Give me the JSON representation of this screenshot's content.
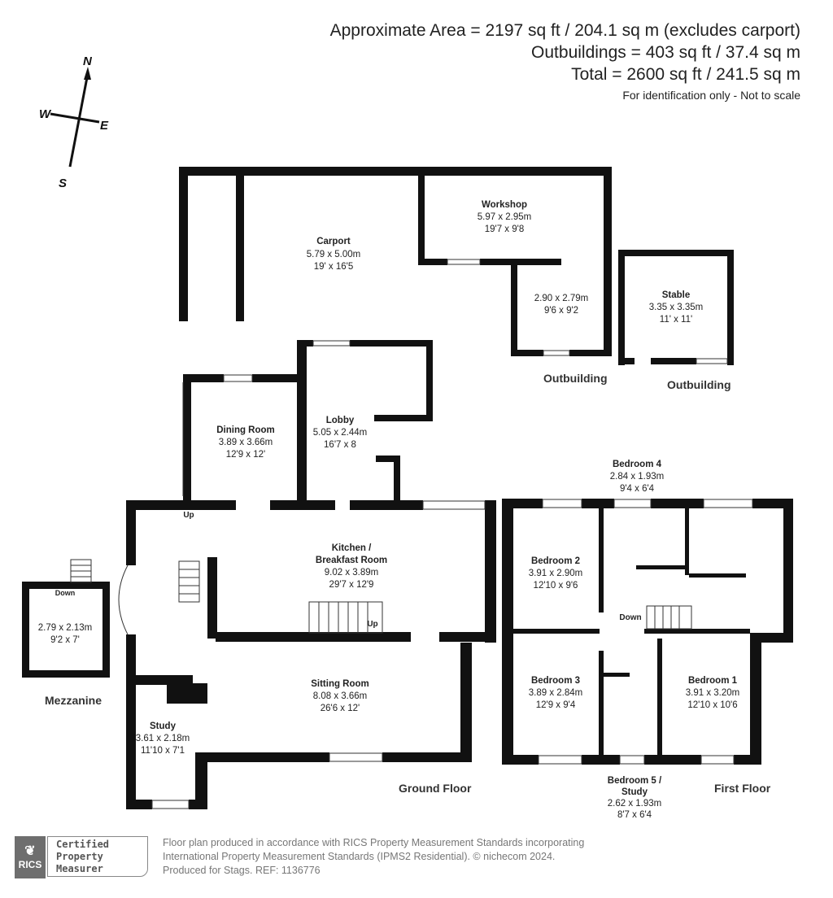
{
  "header": {
    "area_line": "Approximate Area = 2197 sq ft / 204.1 sq m (excludes carport)",
    "outbuildings_line": "Outbuildings = 403 sq ft / 37.4 sq m",
    "total_line": "Total = 2600 sq ft / 241.5 sq m",
    "disclaimer": "For identification only - Not to scale"
  },
  "compass": {
    "n": "N",
    "s": "S",
    "e": "E",
    "w": "W"
  },
  "rooms": {
    "carport": {
      "name": "Carport",
      "metric": "5.79 x 5.00m",
      "imperial": "19' x 16'5"
    },
    "workshop": {
      "name": "Workshop",
      "metric": "5.97 x 2.95m",
      "imperial": "19'7 x 9'8"
    },
    "outbuilding_room": {
      "metric": "2.90 x 2.79m",
      "imperial": "9'6 x 9'2"
    },
    "stable": {
      "name": "Stable",
      "metric": "3.35 x 3.35m",
      "imperial": "11' x 11'"
    },
    "dining": {
      "name": "Dining Room",
      "metric": "3.89 x 3.66m",
      "imperial": "12'9 x 12'"
    },
    "lobby": {
      "name": "Lobby",
      "metric": "5.05 x 2.44m",
      "imperial": "16'7 x 8"
    },
    "kitchen": {
      "name1": "Kitchen /",
      "name2": "Breakfast Room",
      "metric": "9.02 x 3.89m",
      "imperial": "29'7 x 12'9"
    },
    "sitting": {
      "name": "Sitting Room",
      "metric": "8.08 x 3.66m",
      "imperial": "26'6 x 12'"
    },
    "study": {
      "name": "Study",
      "metric": "3.61 x 2.18m",
      "imperial": "11'10 x 7'1"
    },
    "mezzanine": {
      "metric": "2.79 x 2.13m",
      "imperial": "9'2 x 7'",
      "down": "Down"
    },
    "bedroom1": {
      "name": "Bedroom 1",
      "metric": "3.91 x 3.20m",
      "imperial": "12'10 x 10'6"
    },
    "bedroom2": {
      "name": "Bedroom 2",
      "metric": "3.91 x 2.90m",
      "imperial": "12'10 x 9'6"
    },
    "bedroom3": {
      "name": "Bedroom 3",
      "metric": "3.89 x 2.84m",
      "imperial": "12'9 x 9'4"
    },
    "bedroom4": {
      "name": "Bedroom 4",
      "metric": "2.84 x 1.93m",
      "imperial": "9'4 x 6'4"
    },
    "bedroom5": {
      "name1": "Bedroom 5 /",
      "name2": "Study",
      "metric": "2.62 x 1.93m",
      "imperial": "8'7 x 6'4"
    }
  },
  "labels": {
    "outbuilding1": "Outbuilding",
    "outbuilding2": "Outbuilding",
    "mezzanine": "Mezzanine",
    "ground_floor": "Ground Floor",
    "first_floor": "First Floor",
    "up1": "Up",
    "up2": "Up",
    "down_first": "Down"
  },
  "footer": {
    "rics_logo_text": "RICS",
    "badge_line1": "Certified",
    "badge_line2": "Property",
    "badge_line3": "Measurer",
    "line1": "Floor plan produced in accordance with RICS Property Measurement Standards incorporating",
    "line2": "International Property Measurement Standards (IPMS2 Residential).  © nichecom 2024.",
    "line3": "Produced for Stags.   REF: 1136776"
  }
}
